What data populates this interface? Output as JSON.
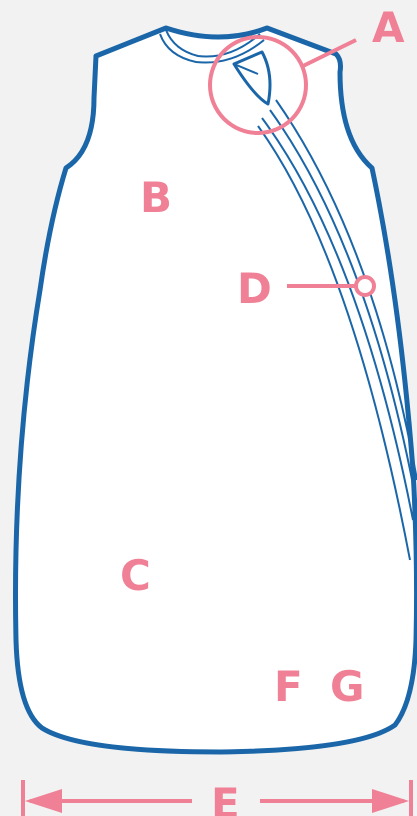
{
  "colors": {
    "background": "#f2f2f2",
    "outline": "#1a66a8",
    "accent": "#ef8095",
    "fill": "#ffffff"
  },
  "labels": {
    "a": "A",
    "b": "B",
    "c": "C",
    "d": "D",
    "e": "E",
    "f": "F",
    "g": "G"
  }
}
